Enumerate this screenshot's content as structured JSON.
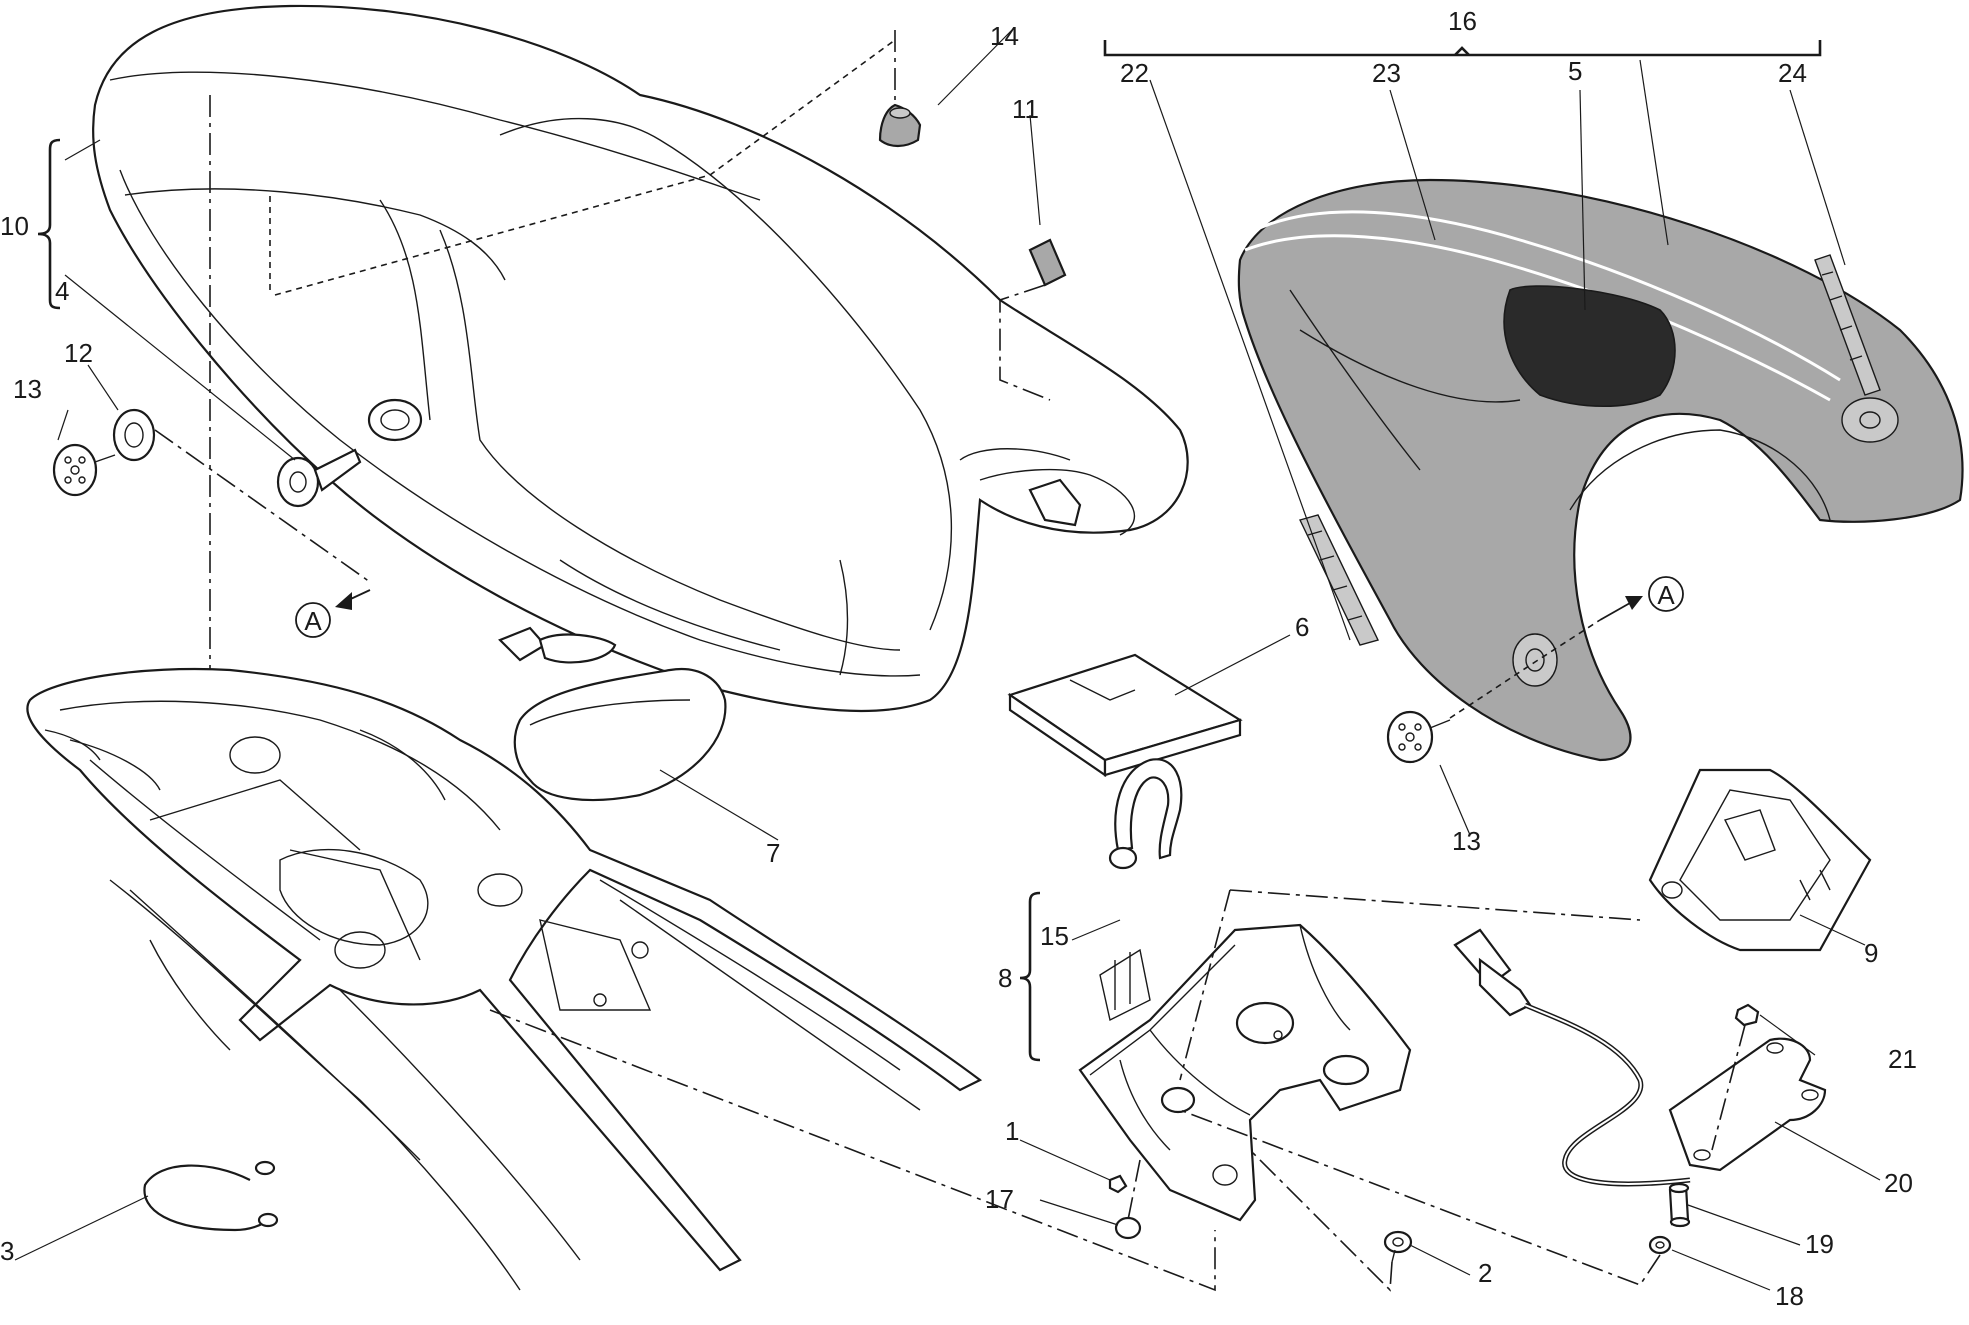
{
  "callouts": {
    "c1": "1",
    "c2": "2",
    "c3": "3",
    "c4": "4",
    "c5": "5",
    "c6": "6",
    "c7": "7",
    "c8": "8",
    "c9": "9",
    "c10": "10",
    "c11": "11",
    "c12": "12",
    "c13a": "13",
    "c13b": "13",
    "c14": "14",
    "c15": "15",
    "c16": "16",
    "c17": "17",
    "c18": "18",
    "c19": "19",
    "c20": "20",
    "c21": "21",
    "c22": "22",
    "c23": "23",
    "c24": "24"
  },
  "reference_marks": {
    "left": "A",
    "right": "A"
  },
  "colors": {
    "line": "#1a1a1a",
    "seat_cowl_fill": "#a8a8a8",
    "pad_fill": "#2a2a2a",
    "background": "#ffffff"
  }
}
